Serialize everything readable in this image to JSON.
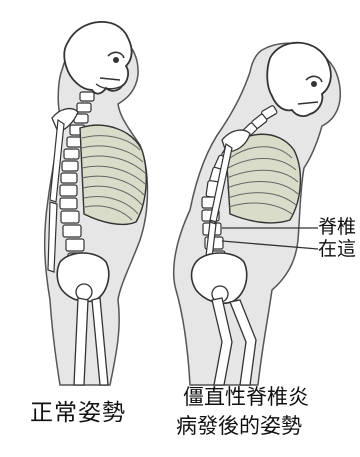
{
  "figures": {
    "normal": {
      "caption": "正常姿勢"
    },
    "ankylosing": {
      "caption_line1": "僵直性脊椎炎",
      "caption_line2": "病發後的姿勢"
    }
  },
  "labels": {
    "label_1": "脊椎",
    "label_2": "在這"
  },
  "colors": {
    "body_fill": "#e6e6e6",
    "bone_fill": "#ffffff",
    "outline": "#333333",
    "rib_fill": "#d8dcc8"
  }
}
